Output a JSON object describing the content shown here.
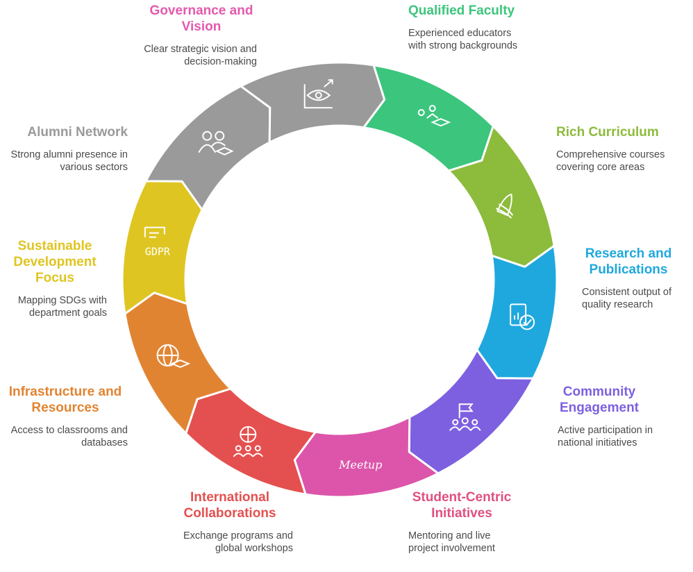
{
  "segments": [
    {
      "id": "qualified-faculty",
      "title": "Qualified Faculty",
      "description": "Experienced educators with strong backgrounds",
      "color": "#3cc57d",
      "icon": "students-graduation-cap-icon"
    },
    {
      "id": "rich-curriculum",
      "title": "Rich Curriculum",
      "description": "Comprehensive courses covering core areas",
      "color": "#8dbb3c",
      "icon": "open-book-icon"
    },
    {
      "id": "research-publications",
      "title": "Research and Publications",
      "description": "Consistent output of quality research",
      "color": "#1fa8de",
      "icon": "document-check-icon"
    },
    {
      "id": "community-engagement",
      "title": "Community Engagement",
      "description": "Active participation in national initiatives",
      "color": "#7d60e0",
      "icon": "group-flag-icon"
    },
    {
      "id": "student-centric",
      "title": "Student-Centric Initiatives",
      "description": "Mentoring and live project involvement",
      "color": "#dc55aa",
      "icon": "meetup-icon",
      "icon_text": "Meetup"
    },
    {
      "id": "international-collaborations",
      "title": "International Collaborations",
      "description": "Exchange programs and global workshops",
      "color": "#e4504f",
      "icon": "globe-people-icon"
    },
    {
      "id": "infrastructure-resources",
      "title": "Infrastructure and Resources",
      "description": "Access to classrooms and databases",
      "color": "#e18432",
      "icon": "globe-graduation-cap-icon"
    },
    {
      "id": "sustainable-development",
      "title": "Sustainable Development Focus",
      "description": "Mapping SDGs with department goals",
      "color": "#dfc521",
      "icon": "gdpr-document-icon",
      "icon_text": "GDPR"
    },
    {
      "id": "alumni-network",
      "title": "Alumni Network",
      "description": "Strong alumni presence in various sectors",
      "color": "#9a9a9a",
      "icon": "alumni-group-icon"
    },
    {
      "id": "governance-vision",
      "title": "Governance and Vision",
      "description": "Clear strategic vision and decision-making",
      "color": "#9a9a9a",
      "icon": "eye-vision-icon"
    }
  ],
  "title_colors": {
    "qualified-faculty": "#3cc57d",
    "rich-curriculum": "#8dbb3c",
    "research-publications": "#1fa8de",
    "community-engagement": "#7d60e0",
    "student-centric": "#e0507f",
    "international-collaborations": "#e4504f",
    "infrastructure-resources": "#e18432",
    "sustainable-development": "#dfc521",
    "alumni-network": "#9a9a9a",
    "governance-vision": "#e559ae"
  }
}
